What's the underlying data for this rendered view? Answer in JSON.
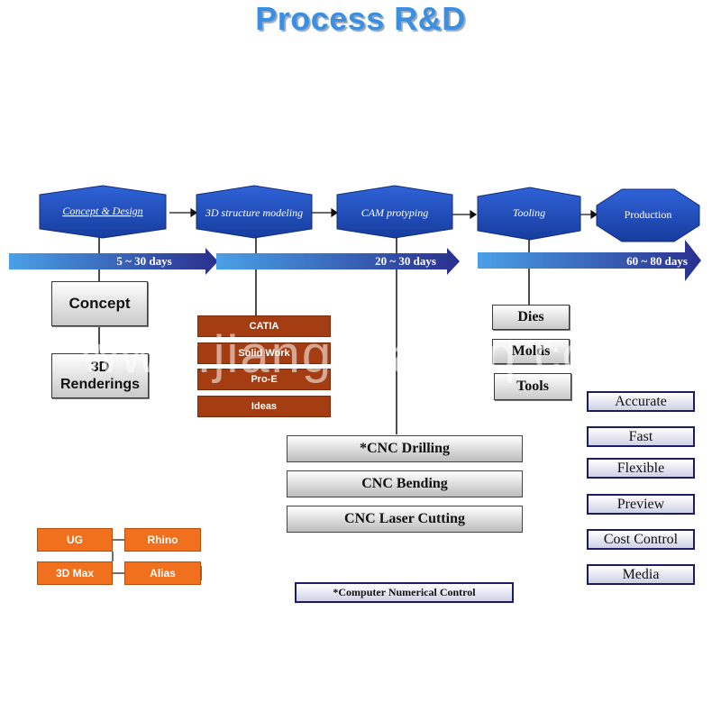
{
  "title": "Process R&D",
  "stages": [
    {
      "label": "Concept & Design"
    },
    {
      "label": "3D structure modeling"
    },
    {
      "label": "CAM protyping"
    },
    {
      "label": "Tooling"
    },
    {
      "label": "Production"
    }
  ],
  "durations": [
    {
      "label": "5 ~ 30 days"
    },
    {
      "label": "20 ~ 30 days"
    },
    {
      "label": "60 ~ 80 days"
    }
  ],
  "concept_boxes": [
    "Concept",
    "3D Renderings"
  ],
  "cad_software": [
    "CATIA",
    "Solid Work",
    "Pro-E",
    "Ideas"
  ],
  "cnc_processes": [
    "*CNC Drilling",
    "CNC Bending",
    "CNC Laser Cutting"
  ],
  "tooling_items": [
    "Dies",
    "Molds",
    "Tools"
  ],
  "qualities": [
    "Accurate",
    "Fast",
    "Flexible",
    "Preview",
    "Cost Control",
    "Media"
  ],
  "other_software": [
    "UG",
    "Rhino",
    "3D Max",
    "Alias"
  ],
  "footnote": "*Computer Numerical Control",
  "watermark": "www.jiangsuarmq.com",
  "colors": {
    "title": "#3b8fe0",
    "hexagon": "#1f4fc4",
    "arrow_start": "#4aa0e6",
    "arrow_end": "#2a2f8e",
    "cad_box": "#a53d12",
    "software_box": "#f0701e"
  }
}
